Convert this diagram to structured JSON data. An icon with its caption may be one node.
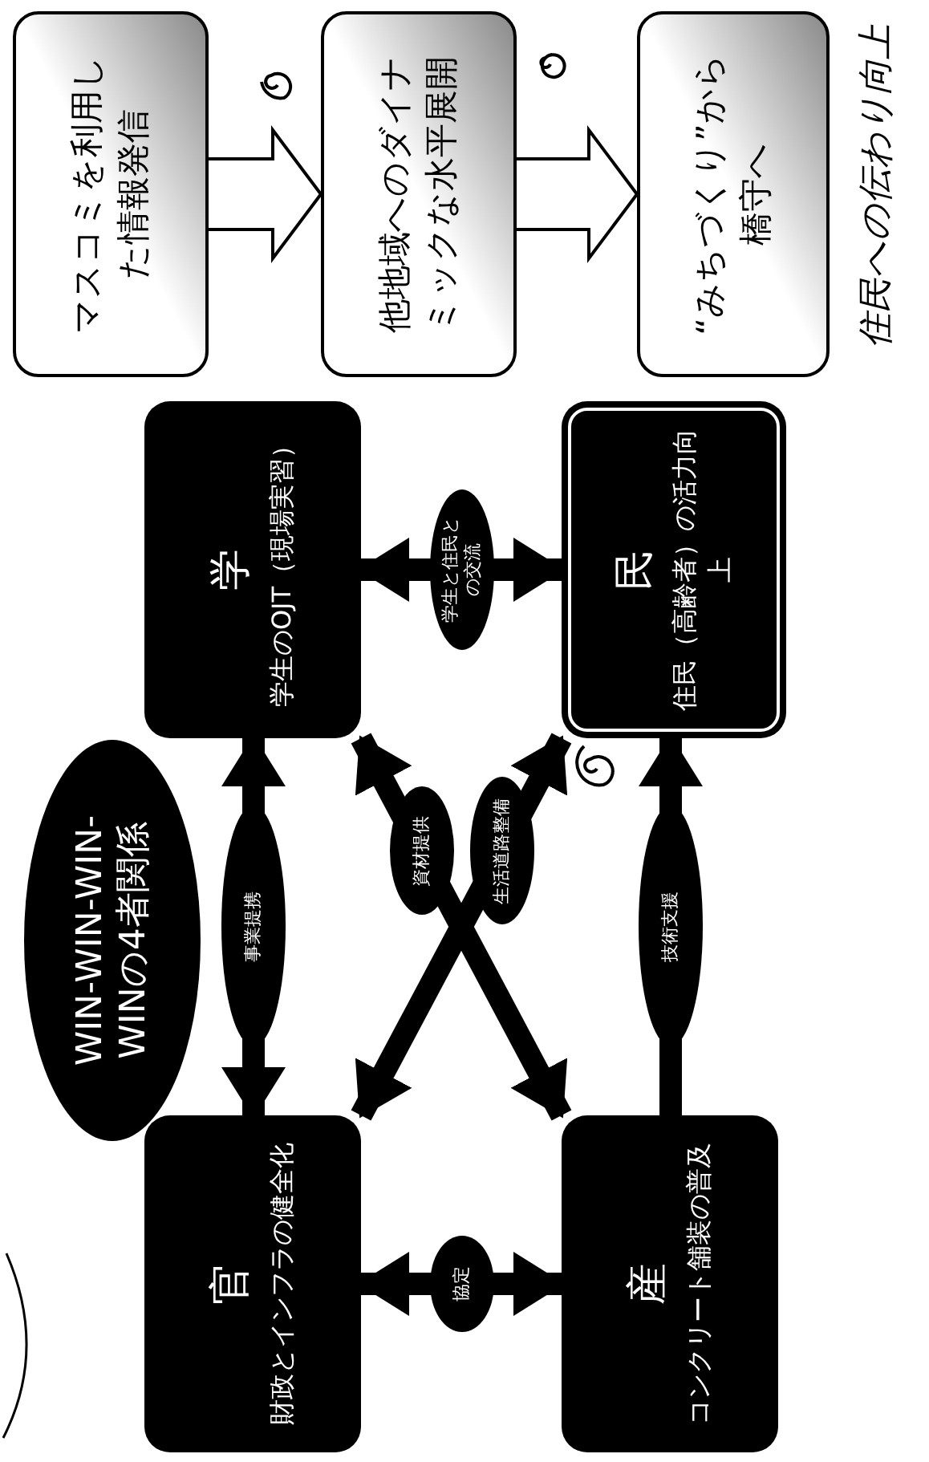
{
  "diagram": {
    "nodes": [
      {
        "text": [
          "WIN-WIN-WIN-WINの4者関係"
        ]
      },
      {
        "text": [
          "官",
          "財政とインフラの健全化"
        ]
      },
      {
        "text": [
          "学",
          "学生のOJT（現場実習）"
        ]
      },
      {
        "text": [
          "産",
          "コンクリート舗装の普及"
        ]
      },
      {
        "text": [
          "民",
          "住民（高齢者）の活力向上"
        ]
      },
      {
        "text": [
          "マスコミを利用した情報発信"
        ]
      },
      {
        "text": [
          "他地域へのダイナミックな水平展開"
        ]
      },
      {
        "text": [
          "“みちづくり”から橋守へ"
        ]
      }
    ],
    "edges": [
      {
        "from": 1,
        "to": 2,
        "arrow": "both",
        "label": "事業提携"
      },
      {
        "from": 1,
        "to": 3,
        "arrow": "both",
        "label": "協定"
      },
      {
        "from": 2,
        "to": 4,
        "arrow": "both",
        "label": "学生と住民との交流"
      },
      {
        "from": 1,
        "to": 4,
        "arrow": "both",
        "label": "生活道路整備"
      },
      {
        "from": 2,
        "to": 3,
        "arrow": "both",
        "label": "資材提供"
      },
      {
        "from": 3,
        "to": 4,
        "arrow": "to",
        "label": "技術支援"
      },
      {
        "from": 5,
        "to": 6,
        "arrow": "to"
      },
      {
        "from": 6,
        "to": 7,
        "arrow": "to"
      }
    ],
    "labels": [
      "住民への伝わり向上"
    ]
  }
}
